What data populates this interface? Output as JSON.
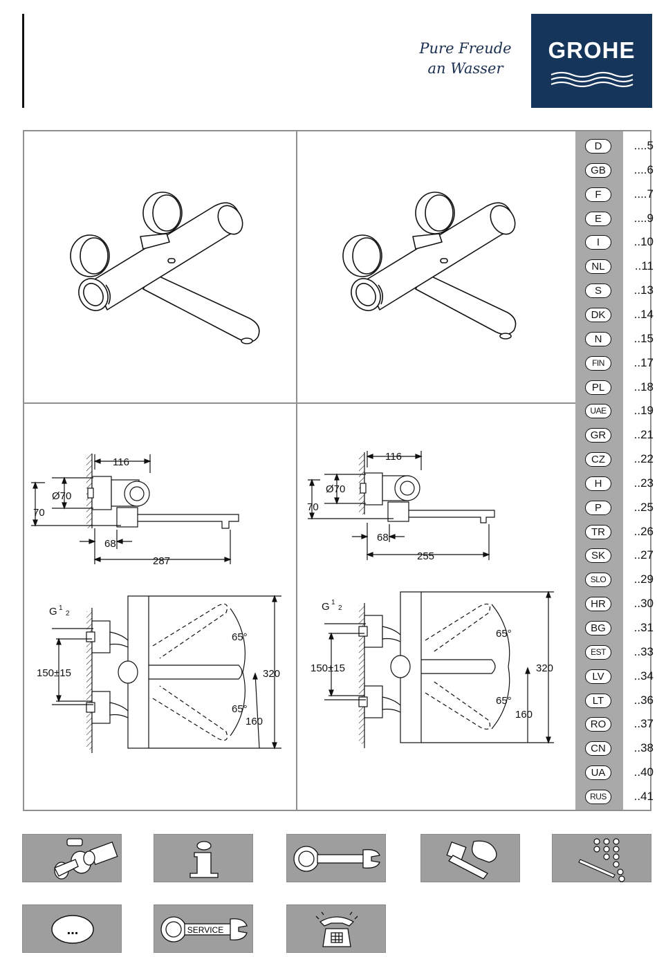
{
  "header": {
    "slogan_line1": "Pure Freude",
    "slogan_line2": "an Wasser",
    "brand": "GROHE",
    "brand_color": "#16355b"
  },
  "languages": [
    {
      "code": "D",
      "page": "....5"
    },
    {
      "code": "GB",
      "page": "....6"
    },
    {
      "code": "F",
      "page": "....7"
    },
    {
      "code": "E",
      "page": "....9"
    },
    {
      "code": "I",
      "page": "..10"
    },
    {
      "code": "NL",
      "page": "..11"
    },
    {
      "code": "S",
      "page": "..13"
    },
    {
      "code": "DK",
      "page": "..14"
    },
    {
      "code": "N",
      "page": "..15"
    },
    {
      "code": "FIN",
      "page": "..17"
    },
    {
      "code": "PL",
      "page": "..18"
    },
    {
      "code": "UAE",
      "page": "..19"
    },
    {
      "code": "GR",
      "page": "..21"
    },
    {
      "code": "CZ",
      "page": "..22"
    },
    {
      "code": "H",
      "page": "..23"
    },
    {
      "code": "P",
      "page": "..25"
    },
    {
      "code": "TR",
      "page": "..26"
    },
    {
      "code": "SK",
      "page": "..27"
    },
    {
      "code": "SLO",
      "page": "..29"
    },
    {
      "code": "HR",
      "page": "..30"
    },
    {
      "code": "BG",
      "page": "..31"
    },
    {
      "code": "EST",
      "page": "..33"
    },
    {
      "code": "LV",
      "page": "..34"
    },
    {
      "code": "LT",
      "page": "..36"
    },
    {
      "code": "RO",
      "page": "..37"
    },
    {
      "code": "CN",
      "page": "..38"
    },
    {
      "code": "UA",
      "page": "..40"
    },
    {
      "code": "RUS",
      "page": "..41"
    }
  ],
  "drawing_left": {
    "side_width": "116",
    "diameter": "Ø70",
    "height": "70",
    "offset": "68",
    "length": "287",
    "thread_g": "G",
    "thread_num": "1",
    "thread_den": "2",
    "spacing": "150±15",
    "angle_top": "65°",
    "angle_bottom": "65°",
    "total_height": "320",
    "spout_height": "160"
  },
  "drawing_right": {
    "side_width": "116",
    "diameter": "Ø70",
    "height": "70",
    "offset": "68",
    "length": "255",
    "thread_g": "G",
    "thread_num": "1",
    "thread_den": "2",
    "spacing": "150±15",
    "angle_top": "65°",
    "angle_bottom": "65°",
    "total_height": "320",
    "spout_height": "160"
  },
  "toolbar": {
    "more_label": "...",
    "service_label": "SERVICE"
  }
}
